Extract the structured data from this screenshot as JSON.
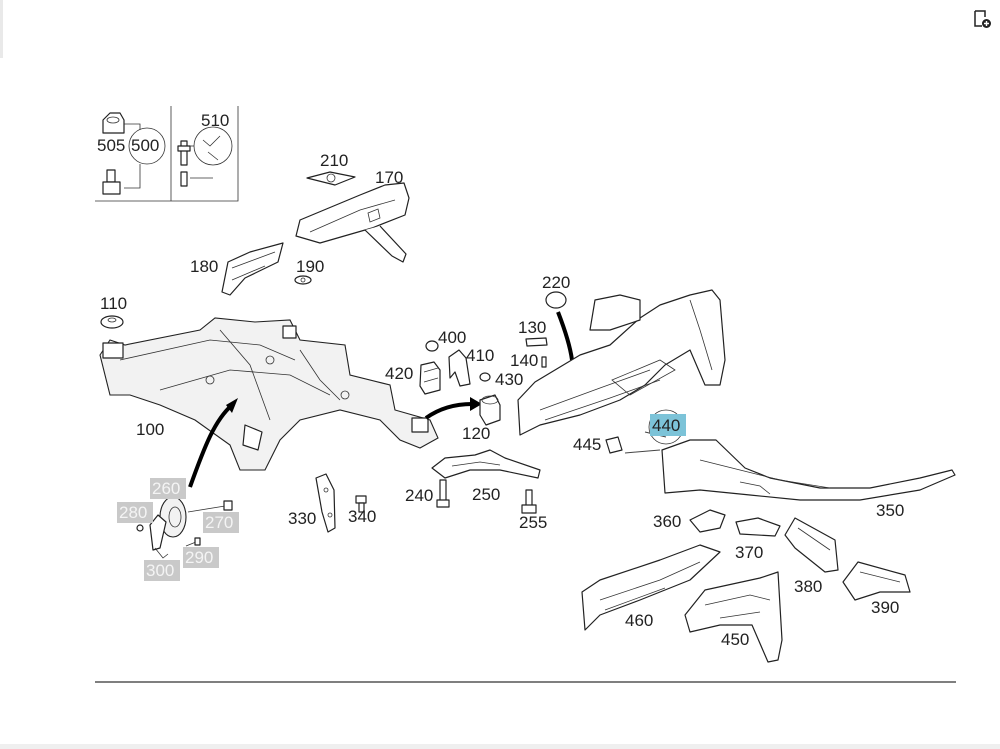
{
  "toolbar": {
    "icon": "document-add-icon"
  },
  "callouts": {
    "p505": "505",
    "p500": "500",
    "p510": "510",
    "p210": "210",
    "p170": "170",
    "p180": "180",
    "p190": "190",
    "p110": "110",
    "p100": "100",
    "p260": "260",
    "p280": "280",
    "p270": "270",
    "p290": "290",
    "p300": "300",
    "p330": "330",
    "p340": "340",
    "p400": "400",
    "p410": "410",
    "p420": "420",
    "p430": "430",
    "p120": "120",
    "p240": "240",
    "p250": "250",
    "p255": "255",
    "p130": "130",
    "p140": "140",
    "p220": "220",
    "p440": "440",
    "p445": "445",
    "p350": "350",
    "p360": "360",
    "p370": "370",
    "p380": "380",
    "p390": "390",
    "p460": "460",
    "p450": "450"
  },
  "highlights": {
    "grey_parts": [
      "260",
      "280",
      "270",
      "290",
      "300"
    ],
    "selected_part": "440",
    "grey_color": "#c9c9c9",
    "selected_color": "#7cc3d8"
  }
}
